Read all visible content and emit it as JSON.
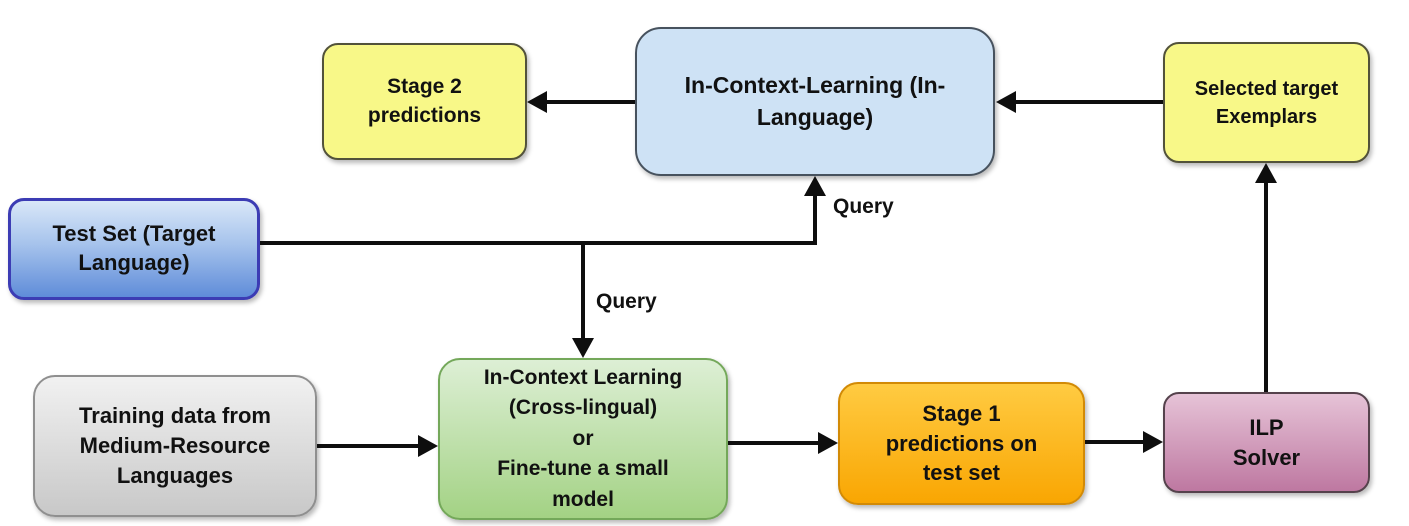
{
  "figure": {
    "type": "flowchart",
    "background": "#ffffff",
    "nodes": {
      "test_set": {
        "label": "Test Set (Target\nLanguage)",
        "fill_top": "#D9E7F8",
        "fill_bottom": "#5F8CD9",
        "border": "#3C3CB4"
      },
      "stage2_predictions": {
        "label": "Stage 2\npredictions",
        "fill": "#F8F888",
        "border": "#52523A"
      },
      "icl_in_language": {
        "label": "In-Context-Learning (In-\nLanguage)",
        "fill": "#CEE2F5",
        "border": "#47525E"
      },
      "selected_exemplars": {
        "label": "Selected target\nExemplars",
        "fill": "#F8F888",
        "border": "#52523A"
      },
      "training_data": {
        "label": "Training data from\nMedium-Resource\nLanguages",
        "fill_top": "#F1F1F1",
        "fill_bottom": "#C8C8C8",
        "border": "#8F8F8F"
      },
      "icl_cross_lingual": {
        "label": "In-Context Learning\n(Cross-lingual)\nor\nFine-tune a small\nmodel",
        "fill_top": "#DDEFD5",
        "fill_bottom": "#A3D284",
        "border": "#74A85A"
      },
      "stage1_predictions": {
        "label": "Stage 1\npredictions on\ntest set",
        "fill_top": "#FFCB42",
        "fill_bottom": "#F9A602",
        "border": "#D28A06"
      },
      "ilp_solver": {
        "label": "ILP\nSolver",
        "fill_top": "#E6C3D7",
        "fill_bottom": "#BE78A1",
        "border": "#55424C"
      }
    },
    "edge_labels": {
      "query_top": "Query",
      "query_bottom": "Query"
    },
    "edges": [
      {
        "from": "icl_in_language",
        "to": "stage2_predictions",
        "label": ""
      },
      {
        "from": "selected_exemplars",
        "to": "icl_in_language",
        "label": ""
      },
      {
        "from": "test_set",
        "to": "icl_in_language",
        "label": "Query"
      },
      {
        "from": "test_set",
        "to": "icl_cross_lingual",
        "label": "Query"
      },
      {
        "from": "training_data",
        "to": "icl_cross_lingual",
        "label": ""
      },
      {
        "from": "icl_cross_lingual",
        "to": "stage1_predictions",
        "label": ""
      },
      {
        "from": "stage1_predictions",
        "to": "ilp_solver",
        "label": ""
      },
      {
        "from": "ilp_solver",
        "to": "selected_exemplars",
        "label": ""
      }
    ],
    "palette": {
      "arrow": "#0E0E0E",
      "text": "#111111"
    }
  }
}
